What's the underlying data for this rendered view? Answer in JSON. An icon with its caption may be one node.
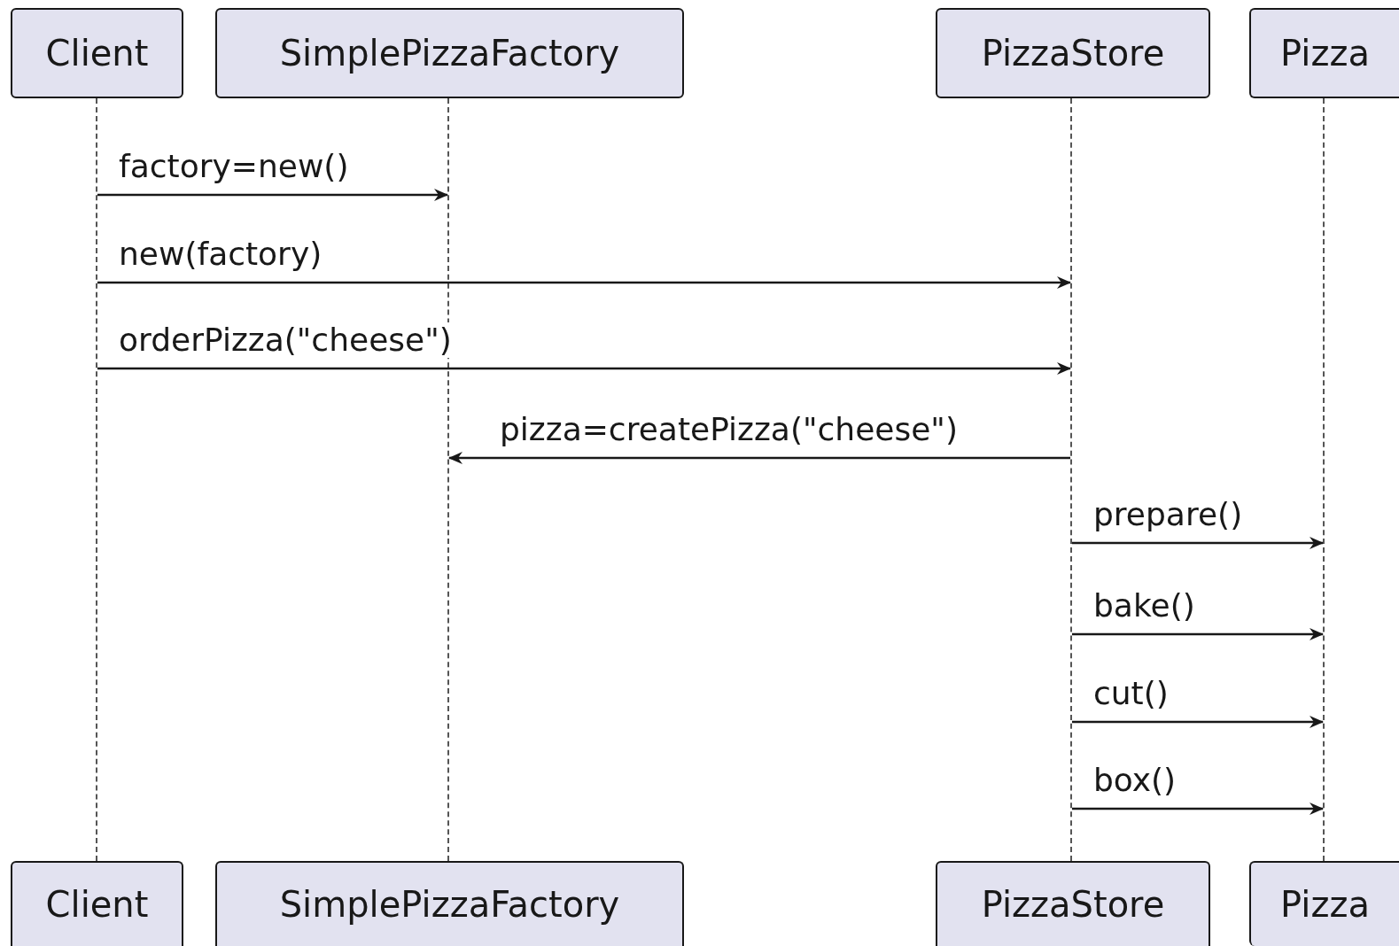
{
  "diagram": {
    "nodes": [
      {
        "text": [
          "Client"
        ]
      },
      {
        "text": [
          "SimplePizzaFactory"
        ]
      },
      {
        "text": [
          "PizzaStore"
        ]
      },
      {
        "text": [
          "Pizza"
        ]
      },
      {
        "text": [],
        "shape": "line"
      },
      {
        "text": [],
        "shape": "line"
      },
      {
        "text": [],
        "shape": "line"
      },
      {
        "text": [],
        "shape": "line"
      },
      {
        "text": [
          "Client"
        ]
      },
      {
        "text": [
          "SimplePizzaFactory"
        ]
      },
      {
        "text": [
          "PizzaStore"
        ]
      },
      {
        "text": [
          "Pizza"
        ]
      }
    ],
    "edges": [
      {
        "from": 4,
        "to": 5,
        "arrow": "to",
        "label": "factory=new()"
      },
      {
        "from": 4,
        "to": 6,
        "arrow": "to",
        "label": "new(factory)"
      },
      {
        "from": 4,
        "to": 6,
        "arrow": "to",
        "label": "orderPizza(\"cheese\")"
      },
      {
        "from": 6,
        "to": 5,
        "arrow": "to",
        "label": "pizza=createPizza(\"cheese\")"
      },
      {
        "from": 6,
        "to": 7,
        "arrow": "to",
        "label": "prepare()"
      },
      {
        "from": 6,
        "to": 7,
        "arrow": "to",
        "label": "bake()"
      },
      {
        "from": 6,
        "to": 7,
        "arrow": "to",
        "label": "cut()"
      },
      {
        "from": 6,
        "to": 7,
        "arrow": "to",
        "label": "box()"
      }
    ]
  }
}
